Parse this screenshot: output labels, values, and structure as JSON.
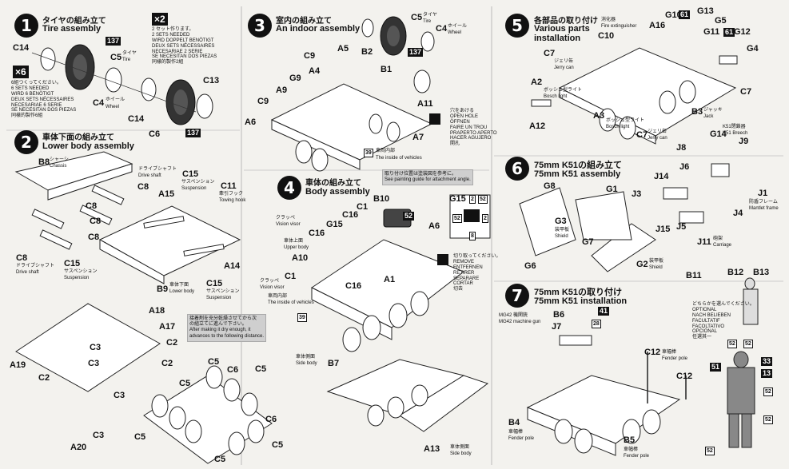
{
  "steps": [
    {
      "num": "1",
      "jp": "タイヤの組み立て",
      "en": "Tire assembly"
    },
    {
      "num": "2",
      "jp": "車体下面の組み立て",
      "en": "Lower body assembly"
    },
    {
      "num": "3",
      "jp": "室内の組み立て",
      "en": "An indoor assembly"
    },
    {
      "num": "4",
      "jp": "車体の組み立て",
      "en": "Body assembly"
    },
    {
      "num": "5",
      "jp": "各部品の取り付け",
      "en": "Various parts installation"
    },
    {
      "num": "6",
      "jp": "75mm K51の組み立て",
      "en": "75mm K51 assembly"
    },
    {
      "num": "7",
      "jp": "75mm K51の取り付け",
      "en": "75mm K51 installation"
    }
  ],
  "step1": {
    "x2": "×2",
    "x2_note": "2 セット作ります。\n2 SETS NEEDED\nWIRD DOPPELT BENÖTIGT\nDEUX SETS NÉCESSAIRES\nNECESARIAE 2 SERIE\nSE NECESITAN DOS PIEZAS\n同樣的製作2組",
    "x6": "×6",
    "x6_note": "6組つくってください。\n6 SETS NEEDED\nWIRD 6 BENÖTIGT\nDEUX SETS NÉCESSAIRES\nNECESARIAE 6 SERIE\nSE NECESITAN DOS PIEZAS\n同樣的製作6組",
    "labels": [
      "C14",
      "C5",
      "C4",
      "C14",
      "C6",
      "C13",
      "137",
      "137"
    ],
    "tire_jp": "タイヤ",
    "tire_en": "Tire",
    "wheel_jp": "ホイール",
    "wheel_en": "Wheel"
  },
  "step2": {
    "labels": [
      "B8",
      "C8",
      "C8",
      "C8",
      "C8",
      "A15",
      "C15",
      "C11",
      "C15",
      "B9",
      "C15",
      "A14",
      "A18",
      "A17",
      "C3",
      "C2",
      "C2",
      "C3",
      "A19",
      "C2",
      "C5",
      "C5",
      "C6",
      "C5",
      "C6",
      "C5",
      "C5",
      "C3",
      "C3",
      "A20",
      "C5",
      "C8"
    ],
    "chassis_jp": "シャーシ",
    "chassis_en": "Chassis",
    "drive_jp": "ドライブシャフト",
    "drive_en": "Drive shaft",
    "susp_jp": "サスペンション",
    "susp_en": "Suspension",
    "tow_jp": "牽引フック",
    "tow_en": "Towing hook",
    "lower_jp": "車体下面",
    "lower_en": "Lower body",
    "glue_note": "接着剤を充分乾燥させてから次\nの組立てに進んで下さい。\nAfter making it dry enough, it\nadvances to the following distance."
  },
  "step3": {
    "labels": [
      "A5",
      "C9",
      "A4",
      "B1",
      "G9",
      "A9",
      "C9",
      "A6",
      "A11",
      "A7",
      "B2",
      "C5",
      "C4",
      "137",
      "39"
    ],
    "tire_jp": "タイヤ",
    "tire_en": "Tire",
    "wheel_jp": "ホイール",
    "wheel_en": "Wheel",
    "hole_note": "穴をあける\nOPEN HOLE\nÖFFNEN\nFAIRE UN TROU\nPRAPERTO APERTO\nHACER AGUJERO\n開孔",
    "inside_jp": "車両内部",
    "inside_en": "The inside of vehicles"
  },
  "step4": {
    "paint_note": "取り付け位置は塗装図を参考に。\nSee painting guide for attachment angle.",
    "labels": [
      "B10",
      "52",
      "G15",
      "2",
      "52",
      "52",
      "2",
      "8",
      "C1",
      "C16",
      "G15",
      "C16",
      "A6",
      "A10",
      "C1",
      "C16",
      "A1",
      "39",
      "B7",
      "A13"
    ],
    "visor_jp": "クラッペ",
    "visor_en": "Vision visor",
    "upper_jp": "車体上面",
    "upper_en": "Upper body",
    "inside_jp": "車両内部",
    "inside_en": "The inside of vehicles",
    "side_jp": "車体側面",
    "side_en": "Side body",
    "cut_note": "切り取ってください。\nREMOVE\nENTFERNEN\nRETIRER\nSEPARARE\nCORTAR\n切去"
  },
  "step5": {
    "labels": [
      "G10",
      "G13",
      "G5",
      "G11",
      "G12",
      "G4",
      "A16",
      "C10",
      "C7",
      "A2",
      "A12",
      "A3",
      "C7",
      "B3",
      "C7",
      "61",
      "61"
    ],
    "ext_jp": "消化器",
    "ext_en": "Fire extinguisher",
    "jerry_jp": "ジェリ缶",
    "jerry_en": "Jerry can",
    "bosch_jp": "ボッシュ型ライト",
    "bosch_en": "Bosch light",
    "jack_jp": "ジャッキ",
    "jack_en": "Jack"
  },
  "step6": {
    "labels": [
      "G14",
      "J9",
      "J8",
      "J6",
      "J14",
      "J3",
      "J4",
      "J5",
      "J15",
      "J11",
      "J1",
      "G8",
      "G1",
      "G3",
      "G7",
      "G6",
      "G2"
    ],
    "breech_jp": "K51閉鎖器",
    "breech_en": "K51 Breech",
    "mantlet_jp": "防盾フレーム",
    "mantlet_en": "Mantlet frame",
    "carriage_jp": "砲架",
    "carriage_en": "Carriage",
    "shield_jp": "装甲板",
    "shield_en": "Shield"
  },
  "step7": {
    "labels": [
      "B6",
      "41",
      "J7",
      "28",
      "C12",
      "C12",
      "B4",
      "B5",
      "B11",
      "B12",
      "B13",
      "51",
      "52",
      "52",
      "33",
      "13",
      "52",
      "52",
      "52"
    ],
    "mg_jp": "MG42 機関銃",
    "mg_en": "MG42 machine gun",
    "fender_jp": "車幅棒",
    "fender_en": "Fender pole",
    "optional": "どちらかを選んでください。\nOPTIONAL\nNACH BELIEBEN\nFACULTATIF\nFACOLTATIVO\nOPCIONAL\n任選其一"
  }
}
